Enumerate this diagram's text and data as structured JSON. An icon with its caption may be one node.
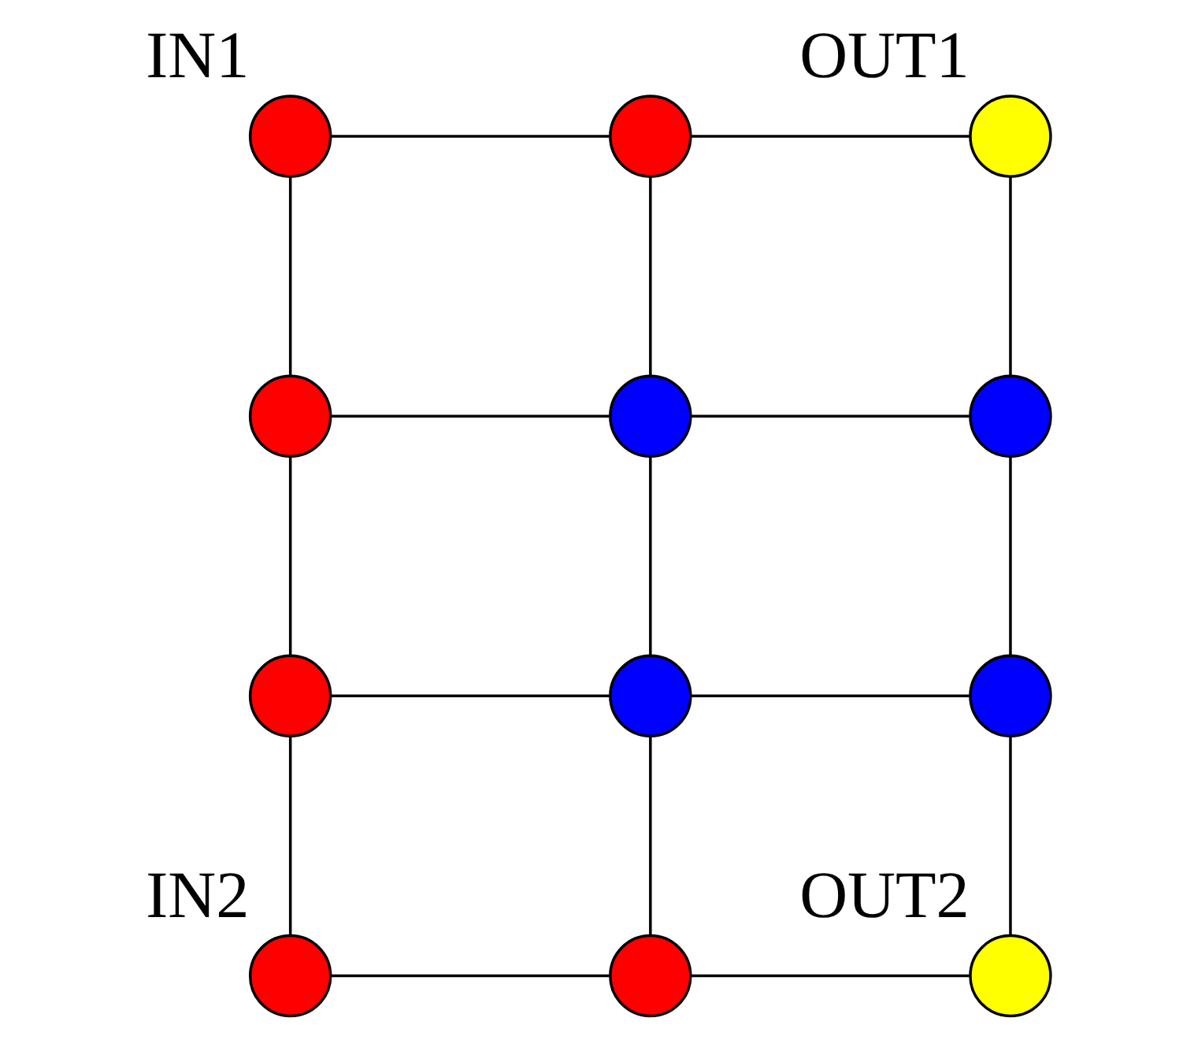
{
  "diagram": {
    "nodes": [
      {
        "text": [],
        "shape": "circle",
        "beside": [
          "IN1"
        ]
      },
      {
        "text": [],
        "shape": "circle"
      },
      {
        "text": [],
        "shape": "circle",
        "beside": [
          "OUT1"
        ]
      },
      {
        "text": [],
        "shape": "circle"
      },
      {
        "text": [],
        "shape": "circle"
      },
      {
        "text": [],
        "shape": "circle"
      },
      {
        "text": [],
        "shape": "circle"
      },
      {
        "text": [],
        "shape": "circle"
      },
      {
        "text": [],
        "shape": "circle"
      },
      {
        "text": [],
        "shape": "circle",
        "beside": [
          "IN2"
        ]
      },
      {
        "text": [],
        "shape": "circle"
      },
      {
        "text": [],
        "shape": "circle",
        "beside": [
          "OUT2"
        ]
      }
    ],
    "edges": [
      {
        "from": 0,
        "to": 1,
        "arrow": "none"
      },
      {
        "from": 1,
        "to": 2,
        "arrow": "none"
      },
      {
        "from": 3,
        "to": 4,
        "arrow": "none"
      },
      {
        "from": 4,
        "to": 5,
        "arrow": "none"
      },
      {
        "from": 6,
        "to": 7,
        "arrow": "none"
      },
      {
        "from": 7,
        "to": 8,
        "arrow": "none"
      },
      {
        "from": 9,
        "to": 10,
        "arrow": "none"
      },
      {
        "from": 10,
        "to": 11,
        "arrow": "none"
      },
      {
        "from": 0,
        "to": 3,
        "arrow": "none"
      },
      {
        "from": 3,
        "to": 6,
        "arrow": "none"
      },
      {
        "from": 6,
        "to": 9,
        "arrow": "none"
      },
      {
        "from": 1,
        "to": 4,
        "arrow": "none"
      },
      {
        "from": 4,
        "to": 7,
        "arrow": "none"
      },
      {
        "from": 7,
        "to": 10,
        "arrow": "none"
      },
      {
        "from": 2,
        "to": 5,
        "arrow": "none"
      },
      {
        "from": 5,
        "to": 8,
        "arrow": "none"
      },
      {
        "from": 8,
        "to": 11,
        "arrow": "none"
      }
    ]
  }
}
